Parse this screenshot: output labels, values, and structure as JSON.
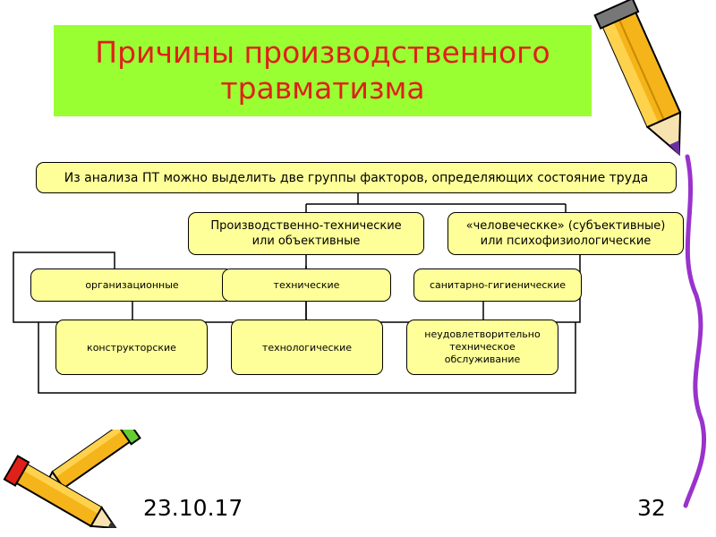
{
  "slide": {
    "title_line1": "Причины производственного",
    "title_line2": "травматизма",
    "date": "23.10.17",
    "page_number": "32",
    "colors": {
      "title_background": "#99ff33",
      "title_text": "#e0201a",
      "node_fill": "#ffff99"
    }
  },
  "diagram": {
    "root": "Из анализа ПТ можно выделить две группы факторов, определяющих состояние труда",
    "group_objective": {
      "line1": "Производственно-технические",
      "line2": "или объективные"
    },
    "group_subjective": {
      "line1": "«человеческке» (субъективные)",
      "line2": "или психофизиологические"
    },
    "factor_organizational": "организационные",
    "factor_technical": "технические",
    "factor_sanitary": "санитарно-гигиенические",
    "factor_design": "конструкторские",
    "factor_technological": "технологические",
    "factor_maintenance": {
      "line1": "неудовлетворительно",
      "line2": "техническое",
      "line3": "обслуживание"
    }
  }
}
